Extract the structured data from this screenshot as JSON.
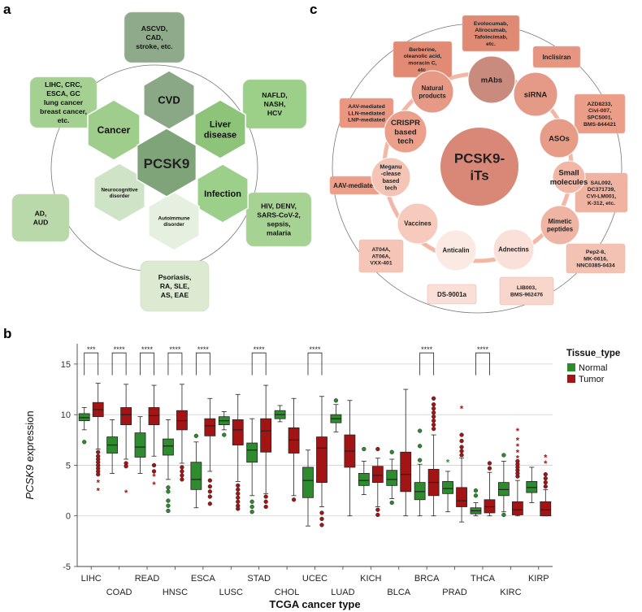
{
  "panels": {
    "a": "a",
    "b": "b",
    "c": "c"
  },
  "panel_a": {
    "center": "PCSK9",
    "hexes": [
      {
        "label": "CVD",
        "fill": "#8aa885"
      },
      {
        "label": "Liver disease",
        "lines": [
          "Liver",
          "disease"
        ],
        "fill": "#8dc47a"
      },
      {
        "label": "Infection",
        "fill": "#9bcf8a"
      },
      {
        "label": "Autoimmune disorder",
        "lines": [
          "Autoimmune",
          "disorder"
        ],
        "fill": "#e6f0e0"
      },
      {
        "label": "Neurocognitive disorder",
        "lines": [
          "Neurocognitive",
          "disorder"
        ],
        "fill": "#cfe3c6"
      },
      {
        "label": "Cancer",
        "fill": "#9fcd8c"
      }
    ],
    "boxes": [
      {
        "lines": [
          "ASCVD,",
          "CAD,",
          "stroke, etc."
        ],
        "fill": "#8faa8a"
      },
      {
        "lines": [
          "NAFLD,",
          "NASH,",
          "HCV"
        ],
        "fill": "#9ccf88"
      },
      {
        "lines": [
          "HIV, DENV,",
          "SARS-CoV-2,",
          "sepsis,",
          "malaria"
        ],
        "fill": "#a6d393"
      },
      {
        "lines": [
          "Psoriasis,",
          "RA, SLE,",
          "AS, EAE"
        ],
        "fill": "#dcead2"
      },
      {
        "lines": [
          "AD,",
          "AUD"
        ],
        "fill": "#b9d9aa"
      },
      {
        "lines": [
          "LIHC, CRC,",
          "ESCA, GC",
          "lung cancer",
          "breast cancer,",
          "etc."
        ],
        "fill": "#a4d091"
      }
    ]
  },
  "panel_c": {
    "center": [
      "PCSK9-",
      "iTs"
    ],
    "circles": [
      {
        "lines": [
          "mAbs"
        ]
      },
      {
        "lines": [
          "siRNA"
        ]
      },
      {
        "lines": [
          "ASOs"
        ]
      },
      {
        "lines": [
          "Small",
          "molecules"
        ]
      },
      {
        "lines": [
          "Mimetic",
          "peptides"
        ]
      },
      {
        "lines": [
          "Adnectins"
        ]
      },
      {
        "lines": [
          "Anticalin"
        ]
      },
      {
        "lines": [
          "Vaccines"
        ]
      },
      {
        "lines": [
          "Meganu",
          "-clease",
          "based",
          "tech"
        ]
      },
      {
        "lines": [
          "CRISPR",
          "based",
          "tech"
        ]
      },
      {
        "lines": [
          "Natural",
          "products"
        ]
      }
    ],
    "boxes": [
      {
        "lines": [
          "Evolocumab,",
          "Alirocumab,",
          "Tafolecimab,",
          "etc."
        ]
      },
      {
        "lines": [
          "Inclisiran"
        ]
      },
      {
        "lines": [
          "AZD8233,",
          "Civi-007,",
          "SPC5001,",
          "BMS-844421"
        ]
      },
      {
        "lines": [
          "SAL092,",
          "DC371739,",
          "CVI-LM001,",
          "K-312, etc."
        ]
      },
      {
        "lines": [
          "Pep2-8,",
          "MK-0616,",
          "NNC0385-0434"
        ]
      },
      {
        "lines": [
          "LIB003,",
          "BMS-962476"
        ]
      },
      {
        "lines": [
          "DS-9001a"
        ]
      },
      {
        "lines": [
          "AT04A,",
          "AT06A,",
          "VXX-401"
        ]
      },
      {
        "lines": [
          "AAV-mediated"
        ]
      },
      {
        "lines": [
          "AAV-mediated",
          "LLN-mediated",
          "LNP-mediated"
        ]
      },
      {
        "lines": [
          "Berberine,",
          "oleanolic acid,",
          "moracin C,",
          "etc."
        ]
      }
    ]
  },
  "chart_data": {
    "type": "boxplot",
    "xlabel": "TCGA cancer type",
    "ylabel": "PCSK9 expression",
    "ylabel_italic": "PCSK9",
    "ylabel_rest": " expression",
    "ylim": [
      -5,
      17
    ],
    "yticks": [
      -5,
      0,
      5,
      10,
      15
    ],
    "grid": true,
    "legend": {
      "title": "Tissue_type",
      "position": "top-right",
      "entries": [
        {
          "name": "Normal",
          "color": "#2e8b2e"
        },
        {
          "name": "Tumor",
          "color": "#a31515"
        }
      ]
    },
    "colors": {
      "Normal": "#2e8b2e",
      "Tumor": "#a31515"
    },
    "categories": [
      "LIHC",
      "COAD",
      "READ",
      "HNSC",
      "ESCA",
      "LUSC",
      "STAD",
      "CHOL",
      "UCEC",
      "LUAD",
      "KICH",
      "BLCA",
      "BRCA",
      "PRAD",
      "THCA",
      "KIRC",
      "KIRP"
    ],
    "boxes": [
      {
        "cat": "LIHC",
        "group": "Normal",
        "whisker": [
          8.5,
          10.7
        ],
        "q": [
          9.4,
          9.7,
          10.1
        ],
        "outliers": [
          {
            "v": 7.3,
            "m": "o"
          }
        ]
      },
      {
        "cat": "LIHC",
        "group": "Tumor",
        "whisker": [
          6.6,
          13.1
        ],
        "q": [
          9.8,
          10.5,
          11.2
        ],
        "outliers": [
          {
            "v": 6.3,
            "m": "o"
          },
          {
            "v": 5.9,
            "m": "o"
          },
          {
            "v": 5.6,
            "m": "o"
          },
          {
            "v": 5.3,
            "m": "o"
          },
          {
            "v": 5.0,
            "m": "o"
          },
          {
            "v": 4.7,
            "m": "o"
          },
          {
            "v": 4.4,
            "m": "o"
          },
          {
            "v": 4.1,
            "m": "o"
          },
          {
            "v": 3.3,
            "m": "*"
          },
          {
            "v": 2.5,
            "m": "*"
          }
        ]
      },
      {
        "cat": "COAD",
        "group": "Normal",
        "whisker": [
          4.2,
          9.5
        ],
        "q": [
          6.2,
          7.0,
          7.8
        ]
      },
      {
        "cat": "COAD",
        "group": "Tumor",
        "whisker": [
          5.6,
          13.0
        ],
        "q": [
          9.0,
          10.0,
          10.7
        ],
        "outliers": [
          {
            "v": 5.2,
            "m": "o"
          },
          {
            "v": 4.9,
            "m": "o"
          },
          {
            "v": 2.3,
            "m": "*"
          }
        ]
      },
      {
        "cat": "READ",
        "group": "Normal",
        "whisker": [
          4.2,
          9.8
        ],
        "q": [
          5.8,
          6.8,
          8.2
        ]
      },
      {
        "cat": "READ",
        "group": "Tumor",
        "whisker": [
          5.9,
          12.9
        ],
        "q": [
          9.0,
          9.9,
          10.7
        ],
        "outliers": [
          {
            "v": 5.0,
            "m": "o"
          },
          {
            "v": 4.4,
            "m": "o"
          },
          {
            "v": 3.9,
            "m": "*"
          },
          {
            "v": 3.1,
            "m": "*"
          }
        ]
      },
      {
        "cat": "HNSC",
        "group": "Normal",
        "whisker": [
          3.6,
          9.5
        ],
        "q": [
          6.0,
          6.9,
          7.6
        ],
        "outliers": [
          {
            "v": 2.8,
            "m": "o"
          },
          {
            "v": 2.4,
            "m": "o"
          },
          {
            "v": 1.5,
            "m": "o"
          },
          {
            "v": 1.0,
            "m": "o"
          },
          {
            "v": 0.5,
            "m": "o"
          }
        ]
      },
      {
        "cat": "HNSC",
        "group": "Tumor",
        "whisker": [
          5.2,
          13.0
        ],
        "q": [
          8.5,
          9.4,
          10.4
        ],
        "outliers": [
          {
            "v": 4.8,
            "m": "o"
          },
          {
            "v": 4.4,
            "m": "o"
          },
          {
            "v": 4.0,
            "m": "o"
          },
          {
            "v": 3.6,
            "m": "o"
          }
        ]
      },
      {
        "cat": "ESCA",
        "group": "Normal",
        "whisker": [
          0.8,
          7.3
        ],
        "q": [
          2.6,
          3.6,
          5.3
        ],
        "outliers": [
          {
            "v": 7.9,
            "m": "o"
          }
        ]
      },
      {
        "cat": "ESCA",
        "group": "Tumor",
        "whisker": [
          4.4,
          11.6
        ],
        "q": [
          7.9,
          8.9,
          9.6
        ],
        "outliers": [
          {
            "v": 3.5,
            "m": "o"
          },
          {
            "v": 2.9,
            "m": "o"
          },
          {
            "v": 2.4,
            "m": "o"
          },
          {
            "v": 1.9,
            "m": "o"
          },
          {
            "v": 1.2,
            "m": "o"
          }
        ]
      },
      {
        "cat": "LUSC",
        "group": "Normal",
        "whisker": [
          8.5,
          10.3
        ],
        "q": [
          9.0,
          9.4,
          9.8
        ],
        "outliers": [
          {
            "v": 8.0,
            "m": "o"
          }
        ]
      },
      {
        "cat": "LUSC",
        "group": "Tumor",
        "whisker": [
          3.4,
          12.0
        ],
        "q": [
          7.0,
          8.5,
          9.5
        ],
        "outliers": [
          {
            "v": 3.0,
            "m": "o"
          },
          {
            "v": 2.6,
            "m": "o"
          },
          {
            "v": 2.2,
            "m": "o"
          },
          {
            "v": 1.8,
            "m": "o"
          },
          {
            "v": 1.4,
            "m": "o"
          },
          {
            "v": 1.0,
            "m": "o"
          },
          {
            "v": 0.7,
            "m": "o"
          }
        ]
      },
      {
        "cat": "STAD",
        "group": "Normal",
        "whisker": [
          2.0,
          9.6
        ],
        "q": [
          5.3,
          6.5,
          7.2
        ],
        "outliers": [
          {
            "v": 1.4,
            "m": "o"
          },
          {
            "v": 0.9,
            "m": "o"
          },
          {
            "v": 0.4,
            "m": "o"
          }
        ]
      },
      {
        "cat": "STAD",
        "group": "Tumor",
        "whisker": [
          2.2,
          12.9
        ],
        "q": [
          6.3,
          8.4,
          9.6
        ],
        "outliers": [
          {
            "v": 1.9,
            "m": "o"
          },
          {
            "v": 1.4,
            "m": "o"
          },
          {
            "v": 0.9,
            "m": "o"
          }
        ]
      },
      {
        "cat": "CHOL",
        "group": "Normal",
        "whisker": [
          9.3,
          10.9
        ],
        "q": [
          9.6,
          10.0,
          10.4
        ]
      },
      {
        "cat": "CHOL",
        "group": "Tumor",
        "whisker": [
          2.0,
          11.6
        ],
        "q": [
          6.2,
          7.5,
          8.7
        ],
        "outliers": [
          {
            "v": 1.6,
            "m": "o"
          }
        ]
      },
      {
        "cat": "UCEC",
        "group": "Normal",
        "whisker": [
          -1.0,
          6.5
        ],
        "q": [
          1.8,
          3.5,
          4.8
        ]
      },
      {
        "cat": "UCEC",
        "group": "Tumor",
        "whisker": [
          0.9,
          11.8
        ],
        "q": [
          3.3,
          6.7,
          7.8
        ],
        "outliers": [
          {
            "v": 0.3,
            "m": "o"
          },
          {
            "v": -0.3,
            "m": "o"
          },
          {
            "v": -0.9,
            "m": "o"
          }
        ]
      },
      {
        "cat": "LUAD",
        "group": "Normal",
        "whisker": [
          8.3,
          11.0
        ],
        "q": [
          9.2,
          9.6,
          10.0
        ],
        "outliers": [
          {
            "v": 11.4,
            "m": "o"
          }
        ]
      },
      {
        "cat": "LUAD",
        "group": "Tumor",
        "whisker": [
          0.0,
          11.4
        ],
        "q": [
          4.8,
          6.4,
          8.0
        ]
      },
      {
        "cat": "KICH",
        "group": "Normal",
        "whisker": [
          2.1,
          5.4
        ],
        "q": [
          3.0,
          3.5,
          4.2
        ],
        "outliers": [
          {
            "v": 6.6,
            "m": "o"
          }
        ]
      },
      {
        "cat": "KICH",
        "group": "Tumor",
        "whisker": [
          0.9,
          5.7
        ],
        "q": [
          3.3,
          4.0,
          4.9
        ],
        "outliers": [
          {
            "v": 6.6,
            "m": "o"
          },
          {
            "v": 0.6,
            "m": "o"
          },
          {
            "v": 0.1,
            "m": "o"
          }
        ]
      },
      {
        "cat": "BLCA",
        "group": "Normal",
        "whisker": [
          1.7,
          5.6
        ],
        "q": [
          3.0,
          3.6,
          4.5
        ],
        "outliers": [
          {
            "v": 6.3,
            "m": "o"
          },
          {
            "v": 1.3,
            "m": "o"
          }
        ]
      },
      {
        "cat": "BLCA",
        "group": "Tumor",
        "whisker": [
          0.0,
          12.5
        ],
        "q": [
          2.4,
          4.1,
          6.3
        ]
      },
      {
        "cat": "BRCA",
        "group": "Normal",
        "whisker": [
          0.0,
          5.1
        ],
        "q": [
          1.6,
          2.4,
          3.3
        ],
        "outliers": [
          {
            "v": 5.5,
            "m": "o"
          },
          {
            "v": 6.9,
            "m": "o"
          },
          {
            "v": 8.4,
            "m": "o"
          }
        ]
      },
      {
        "cat": "BRCA",
        "group": "Tumor",
        "whisker": [
          0.0,
          8.0
        ],
        "q": [
          2.0,
          3.3,
          4.6
        ],
        "outliers": [
          {
            "v": 8.6,
            "m": "o"
          },
          {
            "v": 9.0,
            "m": "o"
          },
          {
            "v": 9.4,
            "m": "o"
          },
          {
            "v": 9.8,
            "m": "o"
          },
          {
            "v": 10.2,
            "m": "o"
          },
          {
            "v": 10.6,
            "m": "o"
          },
          {
            "v": 11.0,
            "m": "o"
          },
          {
            "v": 11.6,
            "m": "o"
          }
        ]
      },
      {
        "cat": "PRAD",
        "group": "Normal",
        "whisker": [
          0.4,
          4.4
        ],
        "q": [
          2.2,
          2.7,
          3.4
        ],
        "outliers": [
          {
            "v": 5.3,
            "m": "*"
          }
        ]
      },
      {
        "cat": "PRAD",
        "group": "Tumor",
        "whisker": [
          -0.6,
          5.7
        ],
        "q": [
          0.9,
          1.5,
          2.8
        ],
        "outliers": [
          {
            "v": 6.0,
            "m": "o"
          },
          {
            "v": 6.4,
            "m": "o"
          },
          {
            "v": 6.8,
            "m": "o"
          },
          {
            "v": 7.4,
            "m": "o"
          },
          {
            "v": 8.0,
            "m": "o"
          },
          {
            "v": 10.6,
            "m": "*"
          }
        ]
      },
      {
        "cat": "THCA",
        "group": "Normal",
        "whisker": [
          0.0,
          1.3
        ],
        "q": [
          0.2,
          0.5,
          0.8
        ],
        "outliers": [
          {
            "v": 2.0,
            "m": "o"
          },
          {
            "v": 2.5,
            "m": "o"
          }
        ]
      },
      {
        "cat": "THCA",
        "group": "Tumor",
        "whisker": [
          0.0,
          4.3
        ],
        "q": [
          0.3,
          0.9,
          1.6
        ],
        "outliers": [
          {
            "v": 4.7,
            "m": "o"
          },
          {
            "v": 5.2,
            "m": "o"
          }
        ]
      },
      {
        "cat": "KIRC",
        "group": "Normal",
        "whisker": [
          0.4,
          5.4
        ],
        "q": [
          2.0,
          2.6,
          3.3
        ],
        "outliers": [
          {
            "v": 0.1,
            "m": "o"
          },
          {
            "v": 6.0,
            "m": "o"
          }
        ]
      },
      {
        "cat": "KIRC",
        "group": "Tumor",
        "whisker": [
          0.0,
          3.5
        ],
        "q": [
          0.1,
          0.6,
          1.4
        ],
        "outliers": [
          {
            "v": 3.9,
            "m": "o"
          },
          {
            "v": 4.2,
            "m": "o"
          },
          {
            "v": 4.5,
            "m": "o"
          },
          {
            "v": 4.8,
            "m": "o"
          },
          {
            "v": 5.1,
            "m": "o"
          },
          {
            "v": 5.4,
            "m": "o"
          },
          {
            "v": 5.7,
            "m": "*"
          },
          {
            "v": 6.3,
            "m": "*"
          },
          {
            "v": 6.9,
            "m": "*"
          },
          {
            "v": 7.5,
            "m": "*"
          },
          {
            "v": 8.4,
            "m": "*"
          }
        ]
      },
      {
        "cat": "KIRP",
        "group": "Normal",
        "whisker": [
          1.3,
          4.8
        ],
        "q": [
          2.3,
          2.8,
          3.4
        ]
      },
      {
        "cat": "KIRP",
        "group": "Tumor",
        "whisker": [
          0.0,
          2.6
        ],
        "q": [
          0.0,
          0.6,
          1.4
        ],
        "outliers": [
          {
            "v": 2.9,
            "m": "o"
          },
          {
            "v": 3.3,
            "m": "o"
          },
          {
            "v": 3.7,
            "m": "o"
          },
          {
            "v": 4.1,
            "m": "o"
          },
          {
            "v": 5.2,
            "m": "*"
          },
          {
            "v": 5.8,
            "m": "*"
          }
        ]
      }
    ],
    "significance": [
      {
        "cat": "LIHC",
        "label": "***"
      },
      {
        "cat": "COAD",
        "label": "****"
      },
      {
        "cat": "READ",
        "label": "****"
      },
      {
        "cat": "HNSC",
        "label": "****"
      },
      {
        "cat": "ESCA",
        "label": "****"
      },
      {
        "cat": "STAD",
        "label": "****"
      },
      {
        "cat": "UCEC",
        "label": "****"
      },
      {
        "cat": "BRCA",
        "label": "****"
      },
      {
        "cat": "THCA",
        "label": "****"
      }
    ]
  }
}
